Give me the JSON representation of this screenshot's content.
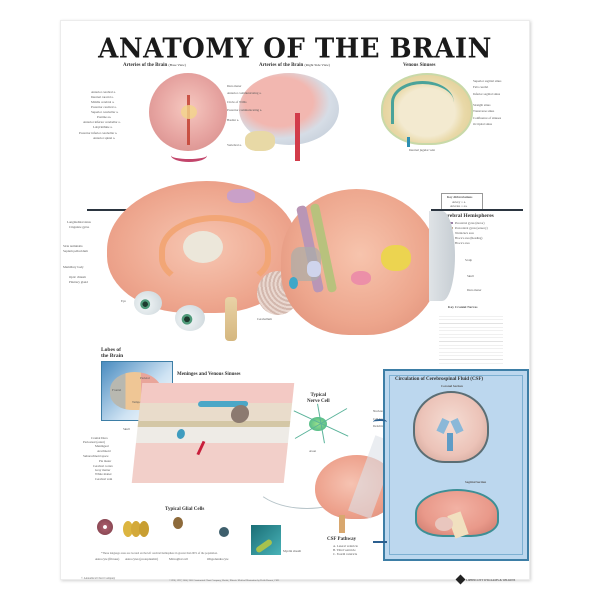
{
  "poster": {
    "title": "ANATOMY OF THE BRAIN",
    "sections": {
      "arteries_base": {
        "title": "Arteries of the Brain",
        "subtitle": "(Base View)"
      },
      "arteries_side": {
        "title": "Arteries of the Brain",
        "subtitle": "(Right Side View)"
      },
      "venous_sinuses": {
        "title": "Venous Sinuses"
      },
      "cerebral_hemispheres": {
        "title": "Cerebral Hemispheres"
      },
      "lobes": {
        "title": "Lobes of the Brain",
        "line1": "Lobes of",
        "line2": "the Brain",
        "labels": [
          "Parietal",
          "Frontal",
          "Occipital",
          "Temporal"
        ]
      },
      "meninges": {
        "title": "Meninges and Venous Sinuses"
      },
      "nerve_cell": {
        "title": "Typical Nerve Cell",
        "line1": "Typical",
        "line2": "Nerve Cell",
        "labels": [
          "Nucleus",
          "Cell body",
          "Dendrites",
          "Axon"
        ]
      },
      "glial_cells": {
        "title": "Typical Glial Cells"
      },
      "csf": {
        "title": "Circulation of Cerebrospinal Fluid (CSF)",
        "coronal": "Coronal Section",
        "sagittal": "Sagittal Section"
      },
      "csf_pathway": {
        "title": "CSF Pathway",
        "items": [
          "A. Lateral ventricle",
          "B. Third ventricle",
          "C. Fourth ventricle"
        ]
      },
      "cranial_nerves": {
        "title": "Key Cranial Nerves"
      }
    },
    "key_abbreviations": {
      "title": "Key Abbreviations",
      "items": [
        "Artery = a.",
        "Arteries = aa."
      ]
    },
    "legend": {
      "items": [
        {
          "label": "Precentral gyrus (motor)",
          "color": "#9b7fa6"
        },
        {
          "label": "Postcentral gyrus (sensory)",
          "color": "#c2a98a"
        },
        {
          "label": "Wernicke's area",
          "color": "#e6d26a"
        },
        {
          "label": "Broca's area (Reading)",
          "color": "#e9a8b8"
        },
        {
          "label": "Broca's area",
          "color": "#8aa0b4"
        }
      ]
    },
    "labels": {
      "sagittal": [
        "Longitudinal sinus",
        "Cingulate gyrus",
        "Stria terminalis",
        "Septum pellucidum",
        "Mamillary body",
        "Optic chiasm",
        "Pituitary gland",
        "Thalamus",
        "Corpus callosum",
        "Cerebellum",
        "Spinal cord"
      ],
      "eyes": [
        "Eye",
        "Optic"
      ],
      "arteries_base": [
        "Anterior cerebral a.",
        "Internal carotid a.",
        "Middle cerebral a.",
        "Posterior cerebral a.",
        "Superior cerebellar a.",
        "Pontine aa.",
        "Anterior inferior cerebellar a.",
        "Labyrinthine a.",
        "Posterior inferior cerebellar a.",
        "Anterior spinal a.",
        "Dura mater",
        "Anterior communicating a.",
        "Circle of Willis",
        "Posterior communicating a.",
        "Basilar a.",
        "Vertebral a."
      ],
      "venous": [
        "Superior sagittal sinus",
        "Falx cerebri",
        "Inferior sagittal sinus",
        "Straight sinus",
        "Transverse sinus",
        "Confluence of sinuses",
        "Occipital sinus",
        "Sigmoid sinus",
        "Superior petrosal sinus",
        "Internal jugular vein"
      ],
      "scalp_skull": [
        "Scalp",
        "Skull",
        "Dura mater"
      ],
      "meninges": [
        "Scalp",
        "Arachnoid granulation",
        "Skull",
        "Cranial Dura",
        "Periosteal (outer)",
        "Meningeal",
        "Arachnoid",
        "Subarachnoid space",
        "Pia mater",
        "Cerebral cortex",
        "Gray matter",
        "White matter",
        "Cerebral vein",
        "Superior sagittal sinus",
        "Diploic vein",
        "Falx cerebri"
      ],
      "glial": [
        "Astrocyte (fibrous)",
        "Astrocytes (protoplasmic)",
        "Microglial cell",
        "Oligodendrocyte",
        "Myelin sheath"
      ],
      "cerebellum": "Cerebellum"
    },
    "footnote": "*These language areas are located on the left cerebral hemisphere in greater than 90% of the population.",
    "footer_left": "© Anatomical Chart Company",
    "copyright": "©1996, 1997, 2000, 2001 Anatomical Chart Company, Skokie, Illinois. Medical Illustration by Keith Kasnot, CMI.",
    "publisher": "LIPPINCOTT WILLIAMS & WILKINS"
  }
}
